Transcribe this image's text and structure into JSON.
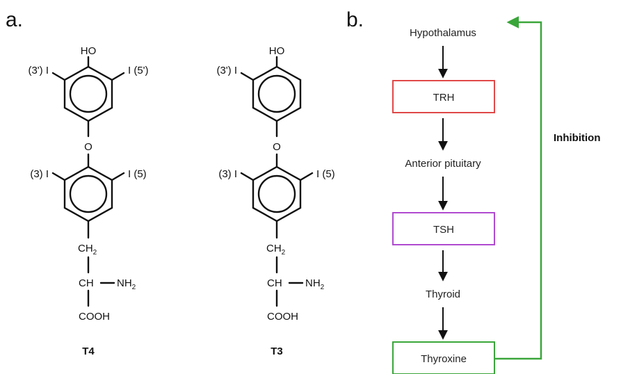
{
  "panels": {
    "a": "a.",
    "b": "b."
  },
  "molecules": [
    {
      "name": "T4",
      "hydroxyl": "HO",
      "oxygen": "O",
      "iodines": [
        "(3') I",
        "I (5')",
        "(3) I",
        "I (5)"
      ],
      "ch2_main": "CH",
      "ch2_sub": "2",
      "ch": "CH",
      "nh2_main": "NH",
      "nh2_sub": "2",
      "acid": "COOH"
    },
    {
      "name": "T3",
      "hydroxyl": "HO",
      "oxygen": "O",
      "iodines": [
        "(3') I",
        "(3) I",
        "I (5)"
      ],
      "ch2_main": "CH",
      "ch2_sub": "2",
      "ch": "CH",
      "nh2_main": "NH",
      "nh2_sub": "2",
      "acid": "COOH"
    }
  ],
  "flowchart": {
    "steps": [
      "Hypothalamus",
      "TRH",
      "Anterior pituitary",
      "TSH",
      "Thyroid",
      "Thyroxine"
    ],
    "feedback_label": "Inhibition",
    "colors": {
      "trh": "#e04848",
      "tsh": "#b04ad0",
      "thyroxine": "#3aa63a",
      "arrow": "#111111"
    }
  }
}
